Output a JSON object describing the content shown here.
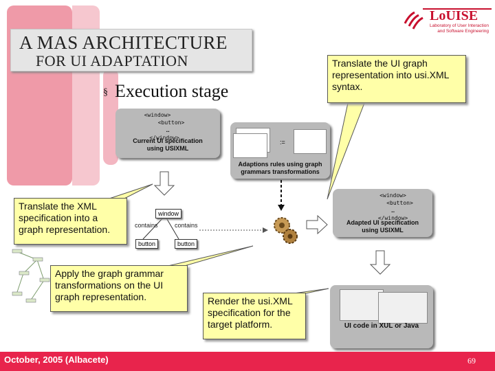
{
  "title": {
    "line1": "A MAS ARCHITECTURE",
    "line2": "FOR UI ADAPTATION"
  },
  "bullet": {
    "mark": "§",
    "text": "Execution stage"
  },
  "logo": {
    "name": "LoUISE",
    "sub1": "Laboratory of User Interaction",
    "sub2": "and Software Engineering"
  },
  "current_ui": {
    "code": [
      "<window>",
      "<button>",
      "…",
      "</window>"
    ],
    "caption1": "Current UI specification",
    "caption2": "using USIXML"
  },
  "rules": {
    "caption1": "Adaptions rules using graph",
    "caption2": "grammars transformations",
    "op": ":="
  },
  "adapted_ui": {
    "code": [
      "<window>",
      "<button>",
      "…",
      "</window>"
    ],
    "caption1": "Adapted UI specification",
    "caption2": "using USIXML"
  },
  "graph": {
    "window": "window",
    "button1": "button",
    "button2": "button",
    "contains1": "contains",
    "contains2": "contains"
  },
  "ui_code": {
    "caption": "UI code in XUL or Java"
  },
  "callouts": {
    "translate_graph": "Translate the UI graph representation into usi.XML syntax.",
    "translate_xml": "Translate the XML specification into a graph representation.",
    "apply": "Apply the graph grammar transformations on the UI graph representation.",
    "render": "Render the usi.XML specification for the target platform."
  },
  "footer": {
    "date": "October, 2005 (Albacete)",
    "page": "69"
  },
  "colors": {
    "accent": "#e8244c",
    "callout": "#ffffa8",
    "box": "#b9b9b9"
  }
}
